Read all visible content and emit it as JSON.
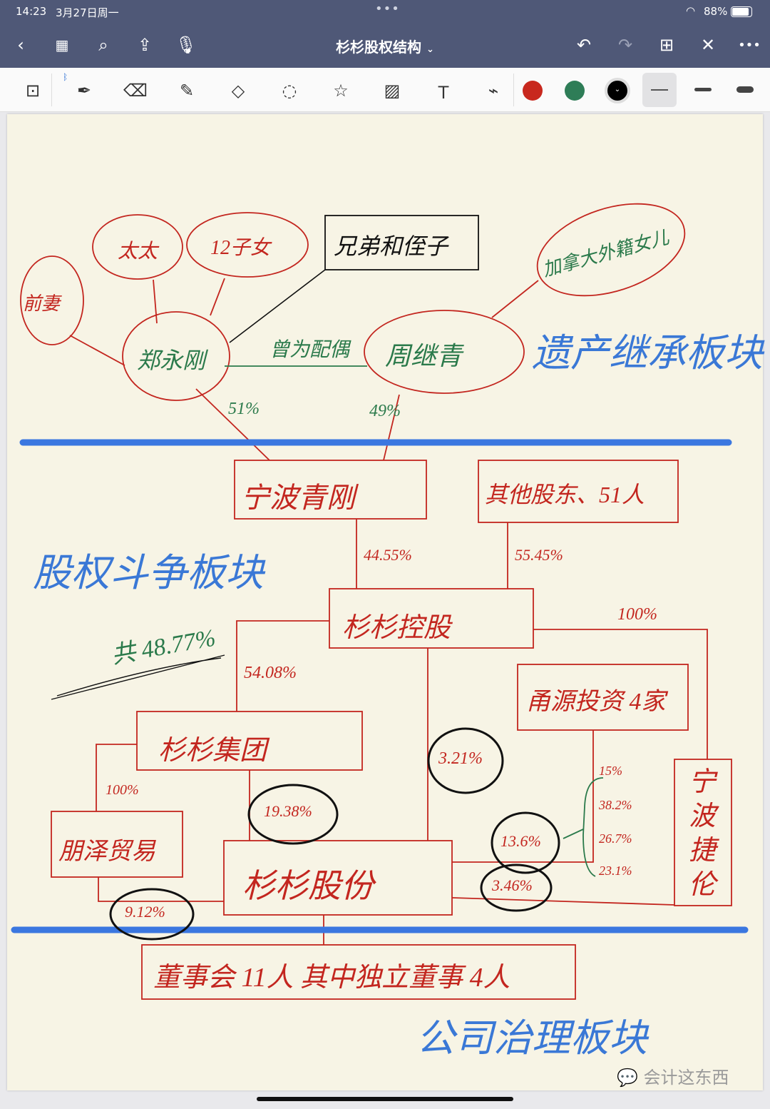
{
  "status": {
    "time": "14:23",
    "date": "3月27日周一",
    "battery": "88%"
  },
  "nav": {
    "title": "杉杉股权结构",
    "title_caret": "⌄"
  },
  "toolbar": {
    "colors": [
      "#c8281e",
      "#2e7d57",
      "#000000"
    ]
  },
  "diagram": {
    "family": {
      "ex_wife": "前妻",
      "wife": "太太",
      "children": "12子女",
      "relatives": "兄弟和侄子",
      "founder": "郑永刚",
      "relation": "曾为配偶",
      "spouse": "周继青",
      "spouse_child": "加拿大外籍女儿",
      "pct_founder": "51%",
      "pct_spouse": "49%"
    },
    "sections": {
      "inheritance": "遗产继承板块",
      "equity": "股权斗争板块",
      "governance": "公司治理板块"
    },
    "total": "共 48.77%",
    "entities": {
      "ningbo_qinggang": "宁波青刚",
      "other_holders": "其他股东、51人",
      "holding": "杉杉控股",
      "group": "杉杉集团",
      "pengze": "朋泽贸易",
      "shares": "杉杉股份",
      "fund": "甬源投资 4家",
      "ningbo_jielun": "宁波捷伦"
    },
    "pct": {
      "qg_to_holding": "44.55%",
      "others_to_holding": "55.45%",
      "holding_to_jielun": "100%",
      "holding_to_group": "54.08%",
      "group_to_pengze": "100%",
      "pengze_to_shares": "9.12%",
      "group_to_shares": "19.38%",
      "holding_to_shares": "3.21%",
      "fund_to_shares": "13.6%",
      "jielun_to_shares": "3.46%",
      "fund_parts": [
        "15%",
        "38.2%",
        "26.7%",
        "23.1%"
      ]
    },
    "board": "董事会 11人  其中独立董事 4人"
  },
  "watermark": "会计这东西"
}
